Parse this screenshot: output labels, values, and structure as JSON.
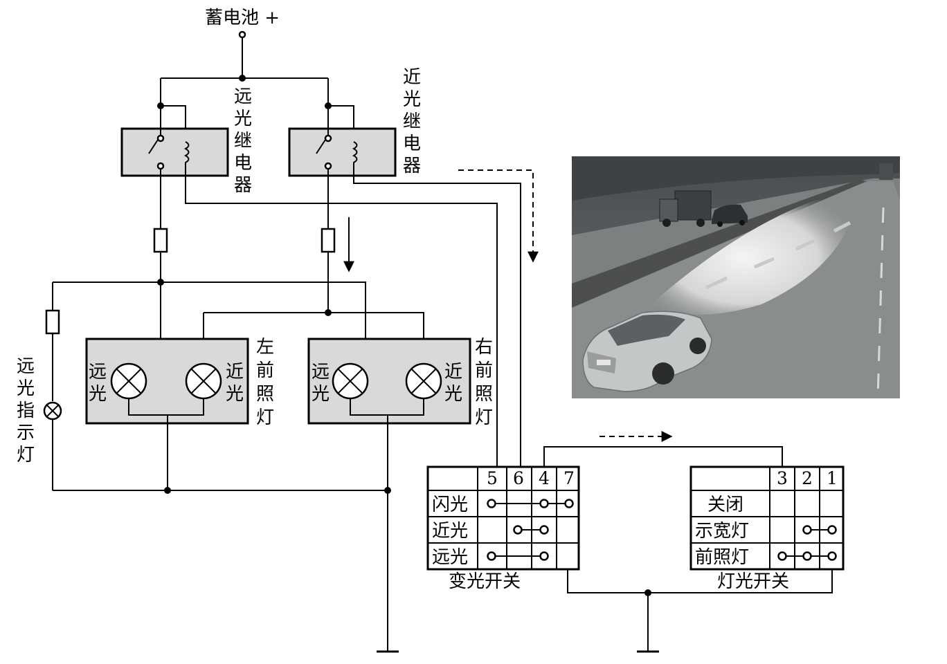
{
  "battery_label": "蓄电池 +",
  "high_relay": {
    "chars": [
      "远",
      "光",
      "继",
      "电",
      "器"
    ]
  },
  "low_relay": {
    "chars": [
      "近",
      "光",
      "继",
      "电",
      "器"
    ]
  },
  "left_headlamp": {
    "chars": [
      "左",
      "前",
      "照",
      "灯"
    ],
    "high_chars": [
      "远",
      "光"
    ],
    "low_chars": [
      "近",
      "光"
    ]
  },
  "right_headlamp": {
    "chars": [
      "右",
      "前",
      "照",
      "灯"
    ],
    "high_chars": [
      "远",
      "光"
    ],
    "low_chars": [
      "近",
      "光"
    ]
  },
  "indicator_lamp": {
    "chars": [
      "远",
      "光",
      "指",
      "示",
      "灯"
    ]
  },
  "dimmer_switch": {
    "caption": "变光开关",
    "terminals": [
      "5",
      "6",
      "4",
      "7"
    ],
    "rows": [
      "闪光",
      "近光",
      "远光"
    ]
  },
  "light_switch": {
    "caption": "灯光开关",
    "terminals": [
      "3",
      "2",
      "1"
    ],
    "rows": [
      "关闭",
      "示宽灯",
      "前照灯"
    ]
  },
  "illustration": {
    "subject": "car-headlamp-night-road"
  }
}
